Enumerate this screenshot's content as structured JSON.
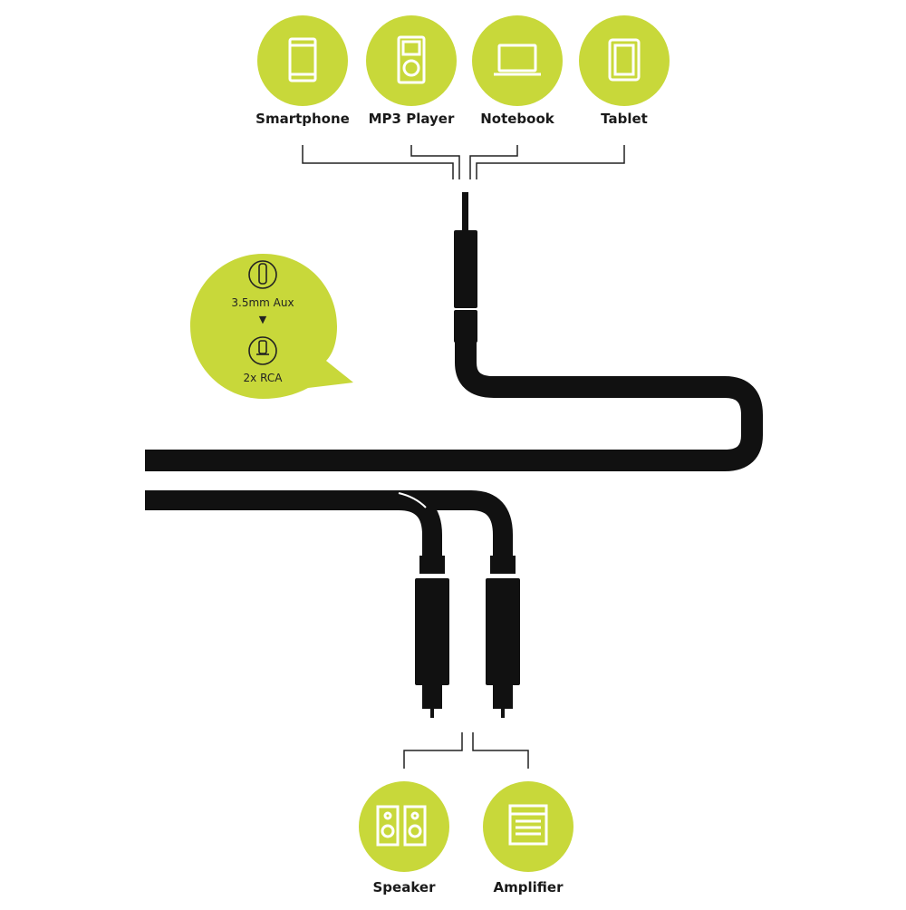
{
  "colors": {
    "accent": "#c8d83a",
    "cable": "#111111",
    "text": "#1a1a1a",
    "background": "#ffffff"
  },
  "sources": [
    {
      "label": "Smartphone",
      "icon": "smartphone-icon"
    },
    {
      "label": "MP3 Player",
      "icon": "mp3-player-icon"
    },
    {
      "label": "Notebook",
      "icon": "notebook-icon"
    },
    {
      "label": "Tablet",
      "icon": "tablet-icon"
    }
  ],
  "badge": {
    "from": "3.5mm Aux",
    "arrow": "▼",
    "to": "2x RCA",
    "from_icon": "aux-plug-icon",
    "to_icon": "rca-plug-icon"
  },
  "outputs": [
    {
      "label": "Speaker",
      "icon": "speaker-icon"
    },
    {
      "label": "Amplifier",
      "icon": "amplifier-icon"
    }
  ]
}
